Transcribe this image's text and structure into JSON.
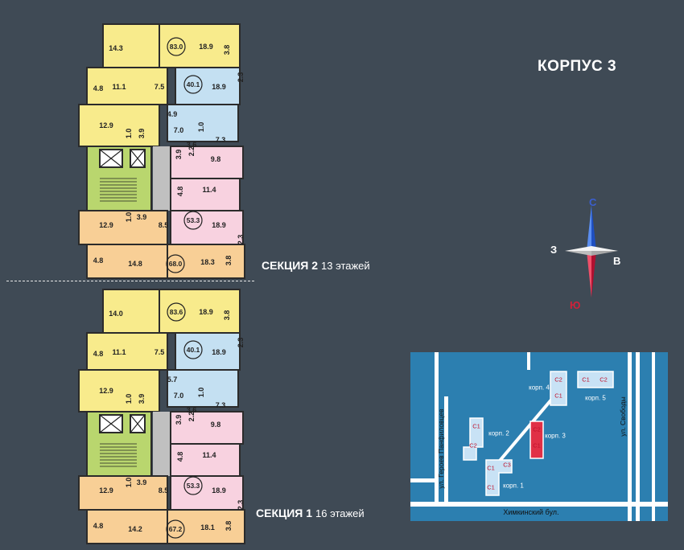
{
  "title": "КОРПУС 3",
  "sections": [
    {
      "name": "СЕКЦИЯ 2",
      "floors": "13 этажей"
    },
    {
      "name": "СЕКЦИЯ 1",
      "floors": "16 этажей"
    }
  ],
  "compass": {
    "north": "С",
    "south": "Ю",
    "west": "З",
    "east": "В"
  },
  "colors": {
    "background": "#3f4a55",
    "yellow": "#f8eb8c",
    "blue": "#c4e0f2",
    "pink": "#f8d2e0",
    "orange": "#f8cf96",
    "green": "#b9d66e",
    "corridor": "#c0c0c0",
    "wall": "#2b2b2b",
    "map_water": "#2c7fb0",
    "map_road": "#ffffff"
  },
  "section2": {
    "rooms": [
      "14.3",
      "18.9",
      "3.8",
      "4.8",
      "11.1",
      "7.5",
      "18.9",
      "2.3",
      "12.9",
      "4.9",
      "1.0",
      "3.9",
      "7.0",
      "1.0",
      "3.6",
      "7.3",
      "3.9",
      "2.2",
      "9.8",
      "4.8",
      "11.4",
      "12.9",
      "1.0",
      "3.9",
      "8.5",
      "18.9",
      "2.3",
      "4.8",
      "14.8",
      "18.3",
      "3.8"
    ],
    "totals": [
      "83.0",
      "40.1",
      "53.3",
      "68.0"
    ]
  },
  "section1": {
    "rooms": [
      "14.0",
      "18.9",
      "3.8",
      "4.8",
      "11.1",
      "7.5",
      "18.9",
      "2.3",
      "12.9",
      "5.7",
      "1.0",
      "3.9",
      "7.0",
      "1.0",
      "3.6",
      "7.3",
      "3.9",
      "2.2",
      "9.8",
      "4.8",
      "11.4",
      "12.9",
      "1.0",
      "3.9",
      "8.5",
      "18.9",
      "2.3",
      "4.8",
      "14.2",
      "18.1",
      "3.8"
    ],
    "totals": [
      "83.6",
      "40.1",
      "53.3",
      "67.2"
    ]
  },
  "sitemap": {
    "streets": [
      "ул. Героев Панфиловцев",
      "ул. Свободы",
      "Химкинский бул."
    ],
    "buildings": [
      "корп. 1",
      "корп. 2",
      "корп. 3",
      "корп. 4",
      "корп. 5"
    ],
    "sections": [
      "С1",
      "С2",
      "С3"
    ]
  }
}
